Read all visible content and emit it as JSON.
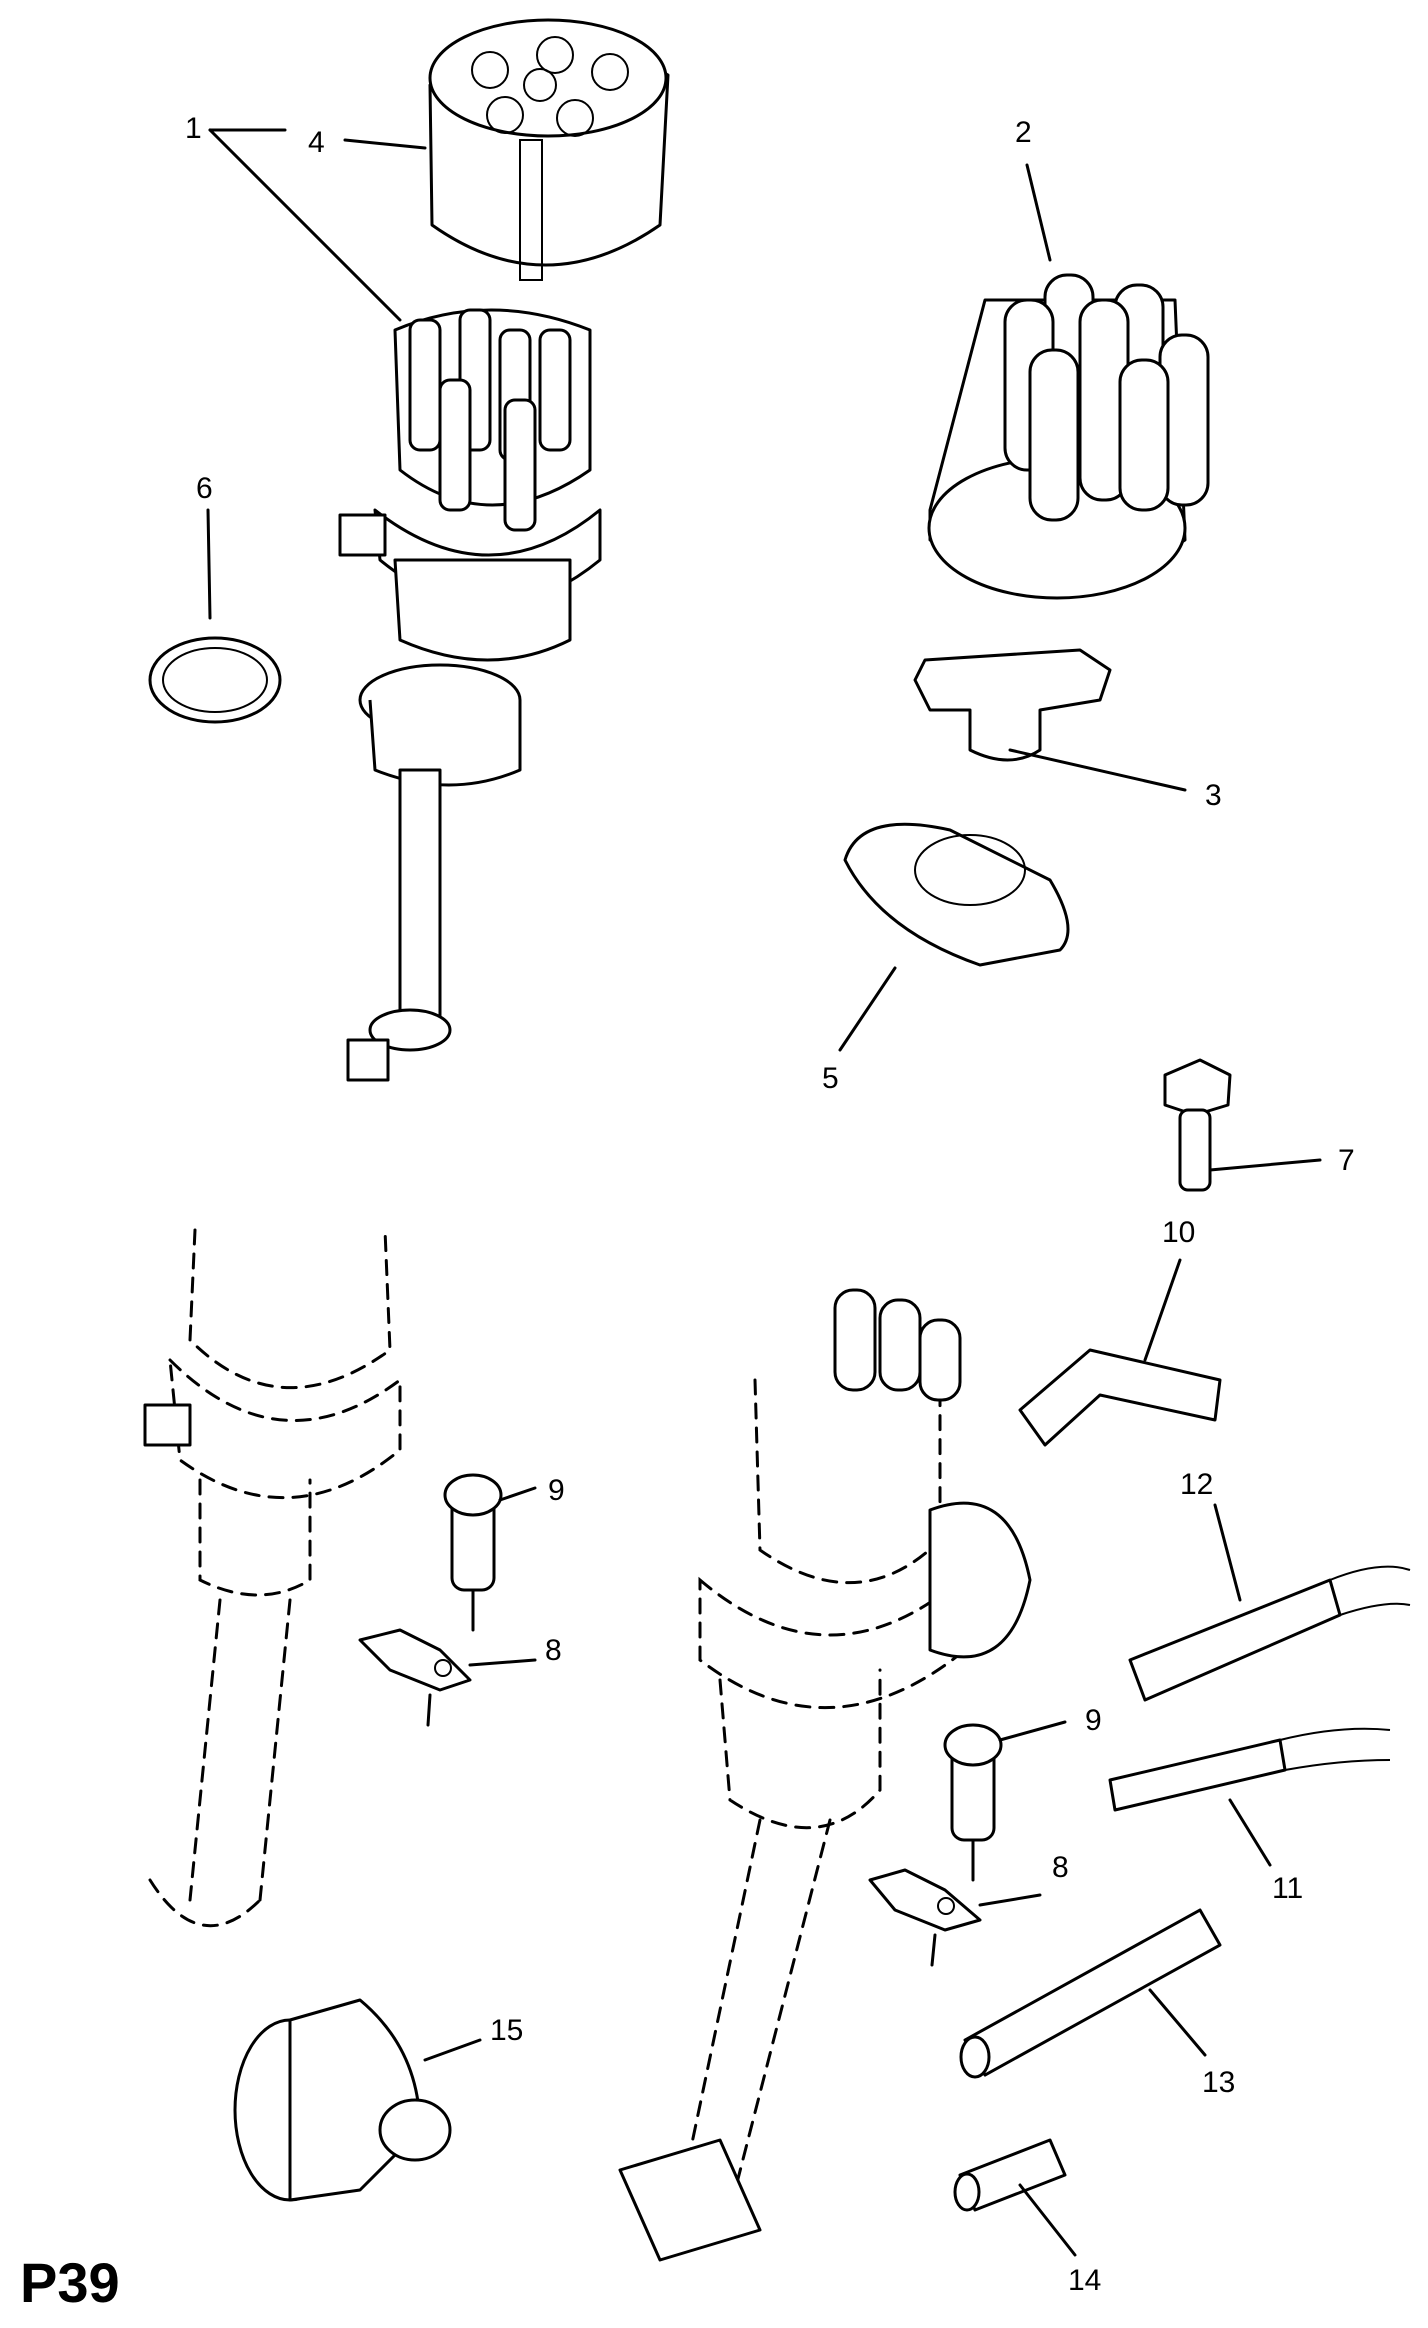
{
  "diagram": {
    "page_id": "P39",
    "callouts": {
      "c1": "1",
      "c2": "2",
      "c3": "3",
      "c4": "4",
      "c5": "5",
      "c6": "6",
      "c7": "7",
      "c8a": "8",
      "c8b": "8",
      "c9a": "9",
      "c9b": "9",
      "c10": "10",
      "c11": "11",
      "c12": "12",
      "c13": "13",
      "c14": "14",
      "c15": "15"
    }
  }
}
